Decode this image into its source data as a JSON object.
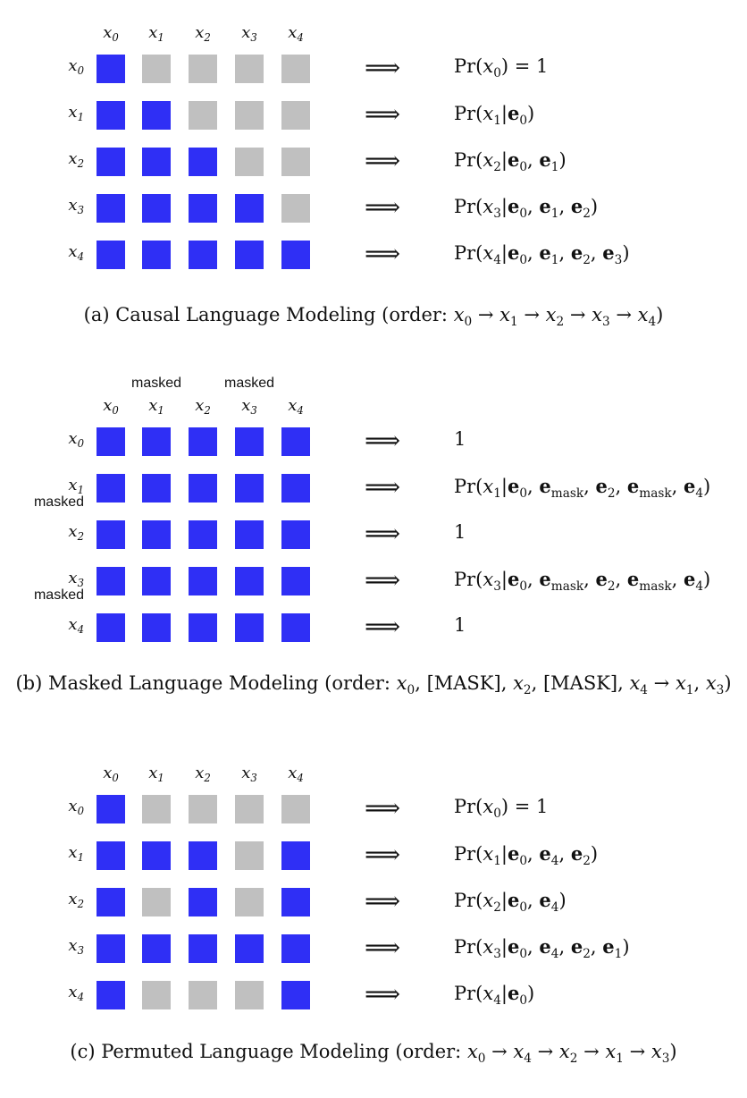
{
  "panels": [
    {
      "id": "a",
      "columns": [
        "x0",
        "x1",
        "x2",
        "x3",
        "x4"
      ],
      "rows": [
        {
          "label": "x0",
          "mask": [
            1,
            0,
            0,
            0,
            0
          ],
          "arrow": "⟹",
          "formula": "Pr(x0) = 1"
        },
        {
          "label": "x1",
          "mask": [
            1,
            1,
            0,
            0,
            0
          ],
          "arrow": "⟹",
          "formula": "Pr(x1|e0)"
        },
        {
          "label": "x2",
          "mask": [
            1,
            1,
            1,
            0,
            0
          ],
          "arrow": "⟹",
          "formula": "Pr(x2|e0, e1)"
        },
        {
          "label": "x3",
          "mask": [
            1,
            1,
            1,
            1,
            0
          ],
          "arrow": "⟹",
          "formula": "Pr(x3|e0, e1, e2)"
        },
        {
          "label": "x4",
          "mask": [
            1,
            1,
            1,
            1,
            1
          ],
          "arrow": "⟹",
          "formula": "Pr(x4|e0, e1, e2, e3)"
        }
      ],
      "caption": "(a) Causal Language Modeling (order: x0 → x1 → x2 → x3 → x4)"
    },
    {
      "id": "b",
      "columns": [
        "x0",
        "x1",
        "x2",
        "x3",
        "x4"
      ],
      "column_notes": [
        "",
        "masked",
        "",
        "masked",
        ""
      ],
      "rows": [
        {
          "label": "x0",
          "note": "",
          "mask": [
            1,
            1,
            1,
            1,
            1
          ],
          "arrow": "⟹",
          "formula": "1"
        },
        {
          "label": "x1",
          "note": "masked",
          "mask": [
            1,
            1,
            1,
            1,
            1
          ],
          "arrow": "⟹",
          "formula": "Pr(x1|e0, emask, e2, emask, e4)"
        },
        {
          "label": "x2",
          "note": "",
          "mask": [
            1,
            1,
            1,
            1,
            1
          ],
          "arrow": "⟹",
          "formula": "1"
        },
        {
          "label": "x3",
          "note": "masked",
          "mask": [
            1,
            1,
            1,
            1,
            1
          ],
          "arrow": "⟹",
          "formula": "Pr(x3|e0, emask, e2, emask, e4)"
        },
        {
          "label": "x4",
          "note": "",
          "mask": [
            1,
            1,
            1,
            1,
            1
          ],
          "arrow": "⟹",
          "formula": "1"
        }
      ],
      "caption": "(b) Masked Language Modeling (order: x0, [MASK], x2, [MASK], x4 → x1, x3)"
    },
    {
      "id": "c",
      "columns": [
        "x0",
        "x1",
        "x2",
        "x3",
        "x4"
      ],
      "rows": [
        {
          "label": "x0",
          "mask": [
            1,
            0,
            0,
            0,
            0
          ],
          "arrow": "⟹",
          "formula": "Pr(x0) = 1"
        },
        {
          "label": "x1",
          "mask": [
            1,
            1,
            1,
            0,
            1
          ],
          "arrow": "⟹",
          "formula": "Pr(x1|e0, e4, e2)"
        },
        {
          "label": "x2",
          "mask": [
            1,
            0,
            1,
            0,
            1
          ],
          "arrow": "⟹",
          "formula": "Pr(x2|e0, e4)"
        },
        {
          "label": "x3",
          "mask": [
            1,
            1,
            1,
            1,
            1
          ],
          "arrow": "⟹",
          "formula": "Pr(x3|e0, e4, e2, e1)"
        },
        {
          "label": "x4",
          "mask": [
            1,
            0,
            0,
            0,
            1
          ],
          "arrow": "⟹",
          "formula": "Pr(x4|e0)"
        }
      ],
      "caption": "(c) Permuted Language Modeling (order: x0 → x4 → x2 → x1 → x3)"
    }
  ],
  "colors": {
    "attend": "#2f2ff5",
    "blocked": "#c0c0c0"
  }
}
